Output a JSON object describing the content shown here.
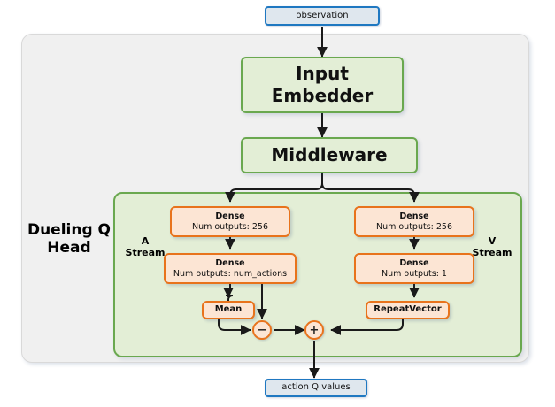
{
  "diagram": {
    "type": "neural-network-architecture",
    "title_label": "Dueling Q Head",
    "colors": {
      "io_border": "#1f78c1",
      "io_fill": "#dfe7ee",
      "block_border": "#6aa84f",
      "block_fill": "#e3eed6",
      "op_border": "#e8731c",
      "op_fill": "#fce5d4",
      "outer_fill": "#f0f0f0",
      "edge": "#1a1a1a"
    }
  },
  "io": {
    "input_label": "observation",
    "output_label": "action Q values"
  },
  "blocks": {
    "input_embedder": "Input Embedder",
    "middleware": "Middleware"
  },
  "head": {
    "name": "Dueling Q Head",
    "name_line1": "Dueling Q",
    "name_line2": "Head"
  },
  "streams": {
    "advantage": {
      "label_line1": "A",
      "label_line2": "Stream",
      "nodes": [
        {
          "title": "Dense",
          "sub": "Num outputs: 256"
        },
        {
          "title": "Dense",
          "sub": "Num outputs: num_actions"
        },
        {
          "title": "Mean",
          "sub": ""
        }
      ]
    },
    "value": {
      "label_line1": "V",
      "label_line2": "Stream",
      "nodes": [
        {
          "title": "Dense",
          "sub": "Num outputs: 256"
        },
        {
          "title": "Dense",
          "sub": "Num outputs: 1"
        },
        {
          "title": "RepeatVector",
          "sub": ""
        }
      ]
    }
  },
  "operators": {
    "subtract": "−",
    "add": "+"
  }
}
